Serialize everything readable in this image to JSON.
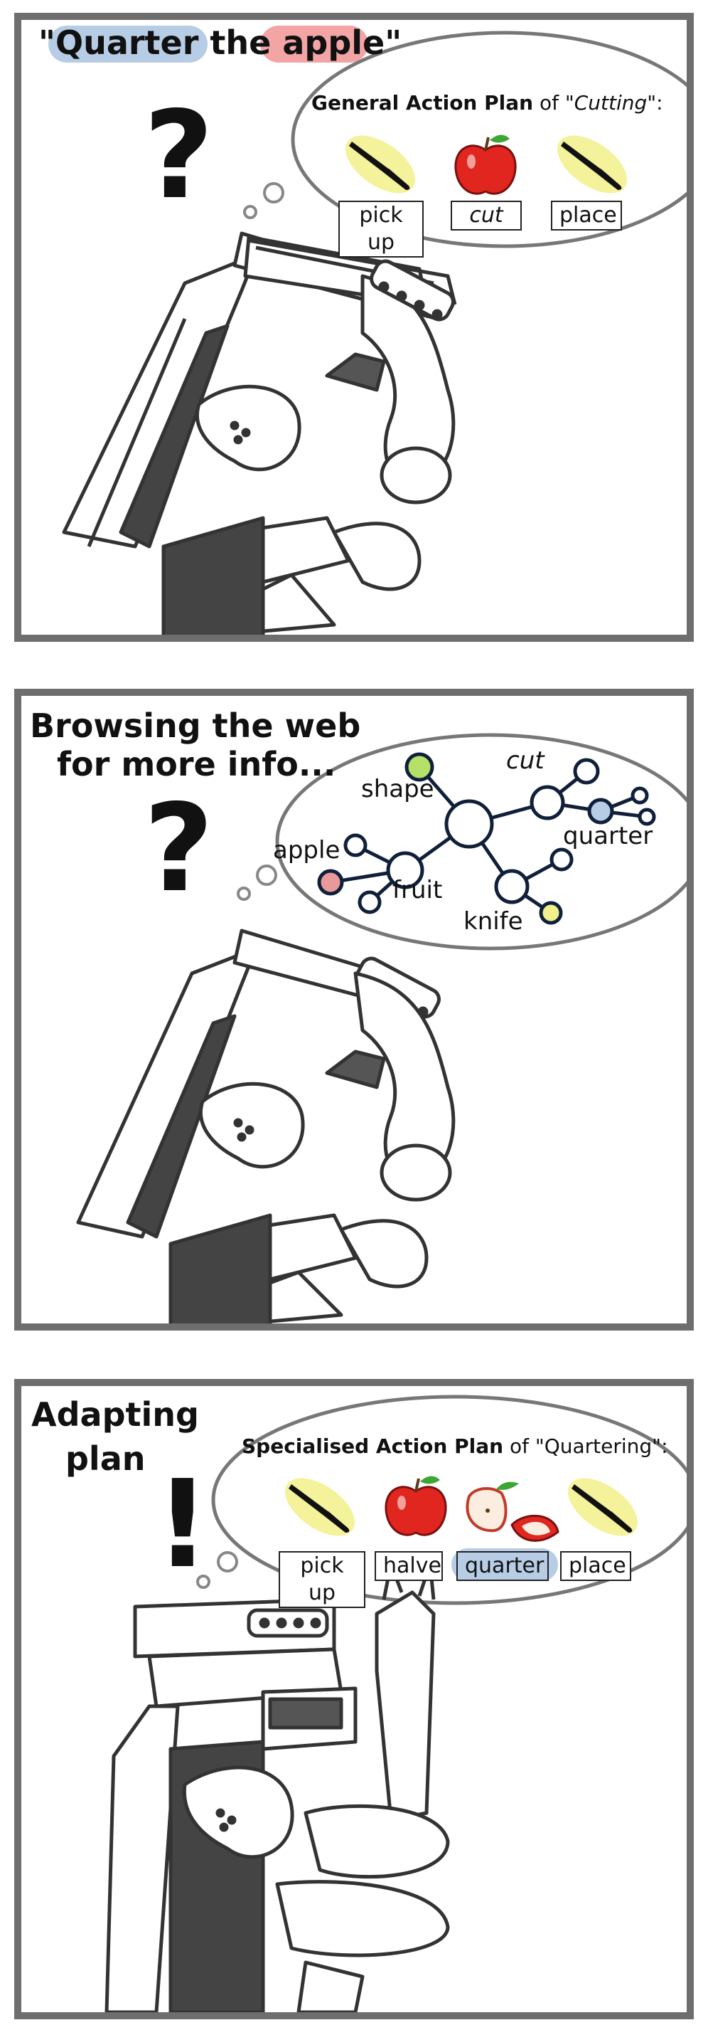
{
  "panel1": {
    "quote_open": "\"",
    "title_word1": "Quarter",
    "title_mid": " the ",
    "title_word2": "apple",
    "quote_close": "\"",
    "mark": "?",
    "plan_bold": "General Action Plan",
    "plan_of": " of \"",
    "plan_italic": "Cutting",
    "plan_end": "\":",
    "steps": [
      "pick up",
      "cut",
      "place"
    ]
  },
  "panel2": {
    "title_line1": "Browsing the web",
    "title_line2": "for more info...",
    "mark": "?",
    "nodes": {
      "shape": "shape",
      "cut": "cut",
      "quarter": "quarter",
      "apple": "apple",
      "fruit": "fruit",
      "knife": "knife"
    }
  },
  "panel3": {
    "title_line1": "Adapting",
    "title_line2": "plan",
    "mark": "!",
    "plan_bold": "Specialised Action Plan",
    "plan_rest": " of \"Quartering\":",
    "steps": [
      "pick up",
      "halve",
      "quarter",
      "place"
    ]
  },
  "colors": {
    "frame": "#6e6e6e",
    "highlight_blue": "#b7cde6",
    "highlight_red": "#f3a5a5",
    "node_green": "#b5e06a",
    "node_blue": "#b7cde6",
    "node_red": "#e89a9a",
    "node_yellow": "#f2f08a",
    "knife_glow": "#f4f29a",
    "apple_red": "#e0261e"
  }
}
